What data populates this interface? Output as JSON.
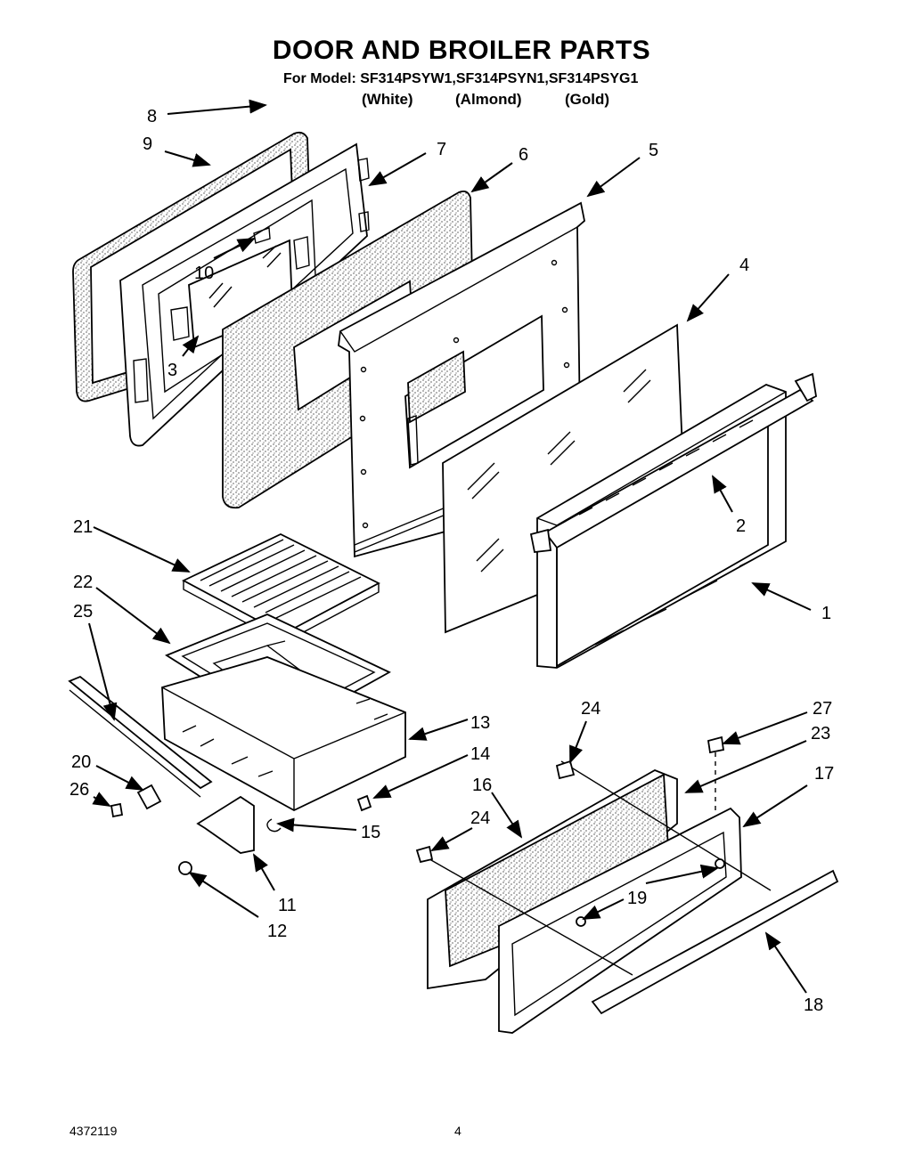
{
  "header": {
    "title": "DOOR AND BROILER PARTS",
    "model_line": "For Model: SF314PSYW1,SF314PSYN1,SF314PSYG1",
    "colors": [
      "(White)",
      "(Almond)",
      "(Gold)"
    ]
  },
  "callouts": [
    "1",
    "2",
    "3",
    "4",
    "5",
    "6",
    "7",
    "8",
    "9",
    "10",
    "11",
    "12",
    "13",
    "14",
    "15",
    "16",
    "17",
    "18",
    "19",
    "20",
    "21",
    "22",
    "23",
    "24",
    "24",
    "25",
    "26",
    "27"
  ],
  "footer": {
    "doc_number": "4372119",
    "page_number": "4"
  }
}
